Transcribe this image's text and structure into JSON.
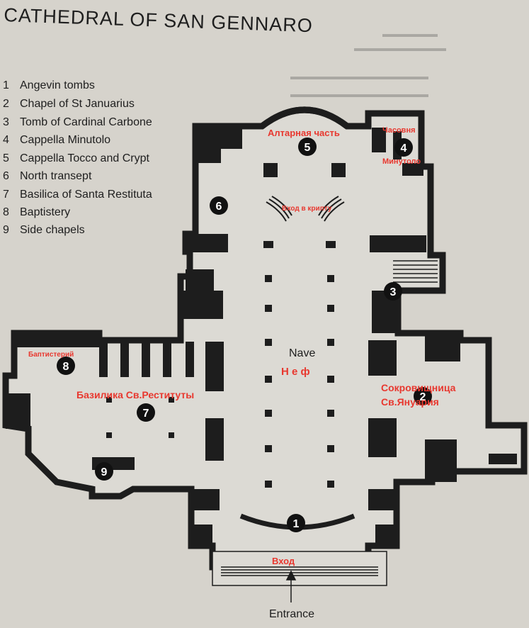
{
  "title": "CATHEDRAL OF SAN GENNARO",
  "legend": [
    {
      "num": "1",
      "label": "Angevin tombs"
    },
    {
      "num": "2",
      "label": "Chapel of St Januarius"
    },
    {
      "num": "3",
      "label": "Tomb of Cardinal Carbone"
    },
    {
      "num": "4",
      "label": "Cappella Minutolo"
    },
    {
      "num": "5",
      "label": "Cappella Tocco and Crypt"
    },
    {
      "num": "6",
      "label": "North transept"
    },
    {
      "num": "7",
      "label": "Basilica of Santa Restituta"
    },
    {
      "num": "8",
      "label": "Baptistery"
    },
    {
      "num": "9",
      "label": "Side chapels"
    }
  ],
  "markers": {
    "m1": "1",
    "m2": "2",
    "m3": "3",
    "m4": "4",
    "m5": "5",
    "m6": "6",
    "m7": "7",
    "m8": "8",
    "m9": "9"
  },
  "labels": {
    "nave": "Nave",
    "entrance": "Entrance"
  },
  "annotations": {
    "altar": "Алтарная часть",
    "chapel_line1": "Часовня",
    "chapel_line2": "Минутоло",
    "crypt_entry": "Вход в крипту",
    "nave_ru": "Н е ф",
    "baptistery_ru": "Баптистерий",
    "basilica_ru": "Базилика Св.Реституты",
    "treasury_line1": "Сокровищница",
    "treasury_line2": "Св.Януария",
    "entry_ru": "Вход"
  },
  "colors": {
    "wall": "#1d1d1d",
    "floor": "#dcdad4",
    "paper": "#d6d3cc",
    "annotation": "#e8382f"
  }
}
